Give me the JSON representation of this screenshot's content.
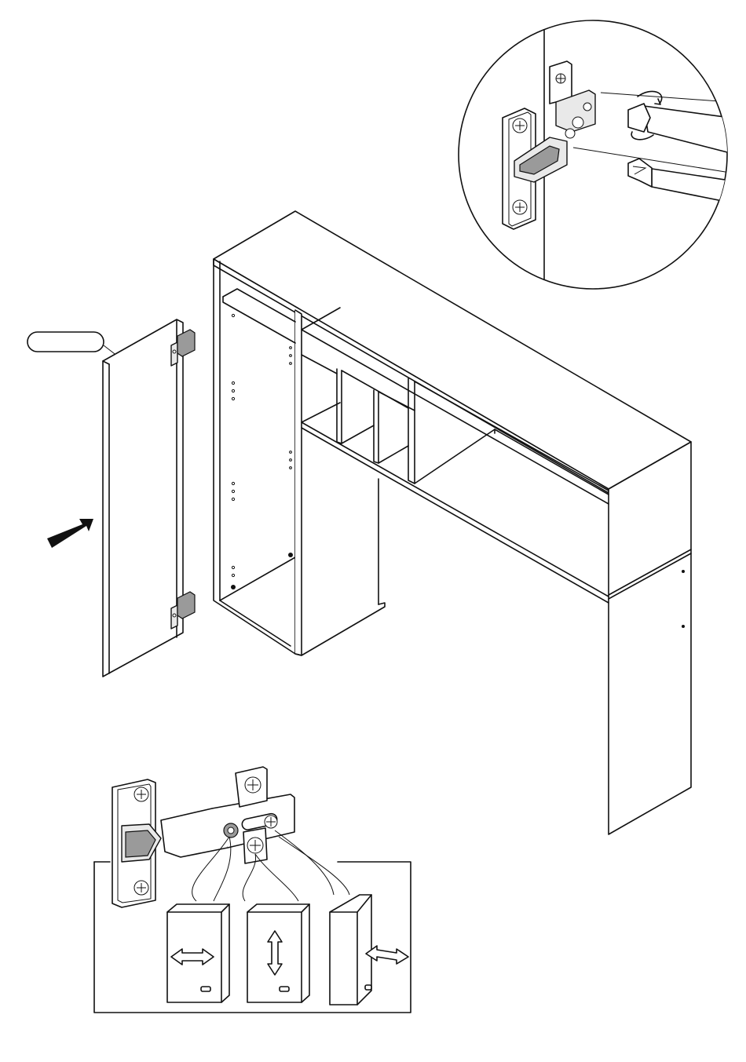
{
  "diagram": {
    "part_label": "",
    "views": [
      "cabinet-assembly",
      "hinge-detail-circle",
      "hinge-adjustment-panel"
    ],
    "adjustments": [
      "horizontal",
      "vertical",
      "depth"
    ],
    "colors": {
      "line": "#111111",
      "fill": "#ffffff",
      "shade": "#e9e9e9"
    }
  }
}
